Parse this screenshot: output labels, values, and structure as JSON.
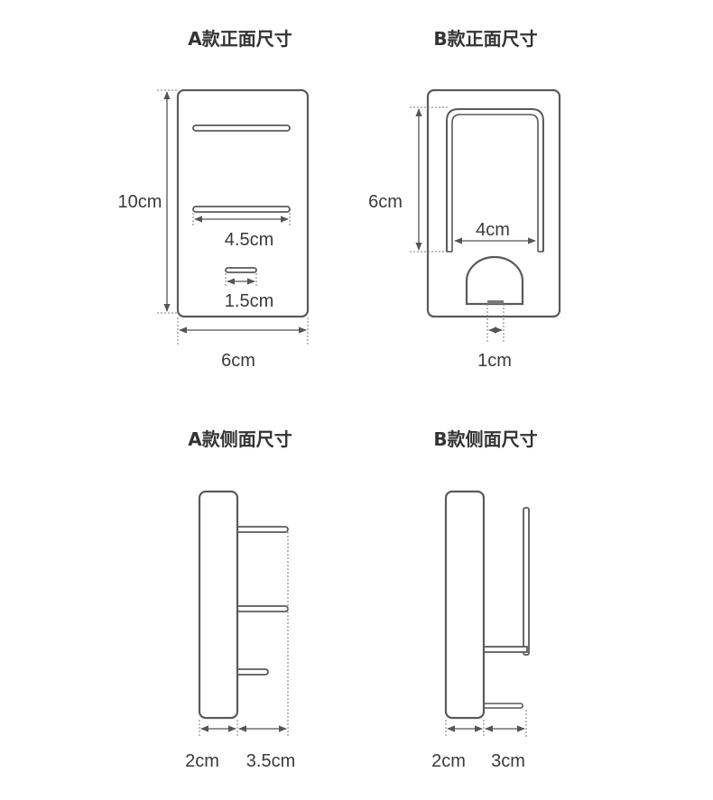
{
  "panels": {
    "a_front": {
      "title": "A款正面尺寸",
      "height_label": "10cm",
      "rail_width_label": "4.5cm",
      "small_slot_label": "1.5cm",
      "width_label": "6cm"
    },
    "b_front": {
      "title": "B款正面尺寸",
      "height_label": "6cm",
      "rail_width_label": "4cm",
      "notch_label": "1cm"
    },
    "a_side": {
      "title": "A款侧面尺寸",
      "depth_label": "2cm",
      "arm_label": "3.5cm"
    },
    "b_side": {
      "title": "B款侧面尺寸",
      "depth_label": "2cm",
      "arm_label": "3cm"
    }
  }
}
